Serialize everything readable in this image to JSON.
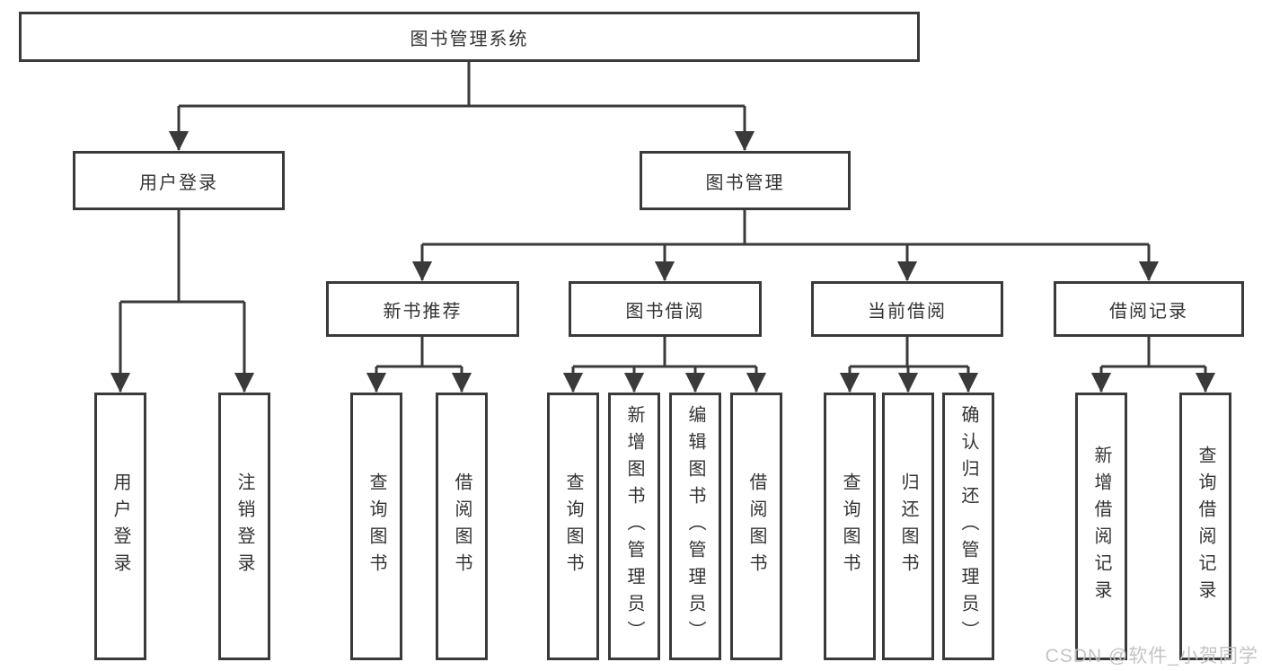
{
  "diagram": {
    "root": {
      "label": "图书管理系统"
    },
    "branches": [
      {
        "label": "用户登录",
        "children": [
          {
            "label": "用户登录"
          },
          {
            "label": "注销登录"
          }
        ]
      },
      {
        "label": "图书管理",
        "children": [
          {
            "label": "新书推荐",
            "children": [
              {
                "label": "查询图书"
              },
              {
                "label": "借阅图书"
              }
            ]
          },
          {
            "label": "图书借阅",
            "children": [
              {
                "label": "查询图书"
              },
              {
                "label": "新增图书（管理员）"
              },
              {
                "label": "编辑图书（管理员）"
              },
              {
                "label": "借阅图书"
              }
            ]
          },
          {
            "label": "当前借阅",
            "children": [
              {
                "label": "查询图书"
              },
              {
                "label": "归还图书"
              },
              {
                "label": "确认归还（管理员）"
              }
            ]
          },
          {
            "label": "借阅记录",
            "children": [
              {
                "label": "新增借阅记录"
              },
              {
                "label": "查询借阅记录"
              }
            ]
          }
        ]
      }
    ]
  },
  "watermark": {
    "text": "CSDN @软件_小贺同学"
  },
  "colors": {
    "line": "#3a3a3a",
    "text": "#333333",
    "background": "#ffffff",
    "watermark": "#c1c1c1"
  }
}
